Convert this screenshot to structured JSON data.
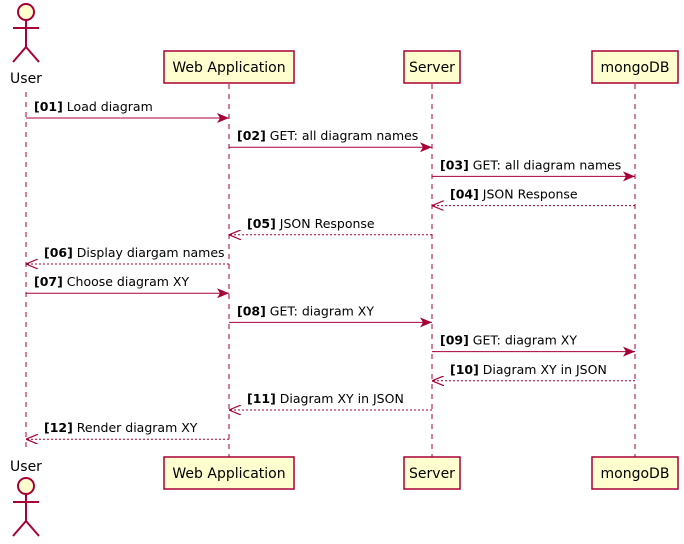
{
  "colors": {
    "line": "#A80036",
    "box_fill": "#FEFECE",
    "text": "#000000",
    "background": "#FFFFFF"
  },
  "actor": {
    "label": "User"
  },
  "participants": [
    {
      "id": "webapp",
      "label": "Web Application"
    },
    {
      "id": "server",
      "label": "Server"
    },
    {
      "id": "mongodb",
      "label": "mongoDB"
    }
  ],
  "messages": [
    {
      "number": "[01]",
      "text": "Load diagram",
      "from": "user",
      "to": "webapp",
      "style": "solid"
    },
    {
      "number": "[02]",
      "text": "GET: all diagram names",
      "from": "webapp",
      "to": "server",
      "style": "solid"
    },
    {
      "number": "[03]",
      "text": "GET: all diagram names",
      "from": "server",
      "to": "mongodb",
      "style": "solid"
    },
    {
      "number": "[04]",
      "text": "JSON Response",
      "from": "mongodb",
      "to": "server",
      "style": "dashed"
    },
    {
      "number": "[05]",
      "text": "JSON Response",
      "from": "server",
      "to": "webapp",
      "style": "dashed"
    },
    {
      "number": "[06]",
      "text": "Display diargam names",
      "from": "webapp",
      "to": "user",
      "style": "dashed"
    },
    {
      "number": "[07]",
      "text": "Choose diagram XY",
      "from": "user",
      "to": "webapp",
      "style": "solid"
    },
    {
      "number": "[08]",
      "text": "GET: diagram XY",
      "from": "webapp",
      "to": "server",
      "style": "solid"
    },
    {
      "number": "[09]",
      "text": "GET: diagram XY",
      "from": "server",
      "to": "mongodb",
      "style": "solid"
    },
    {
      "number": "[10]",
      "text": "Diagram XY in JSON",
      "from": "mongodb",
      "to": "server",
      "style": "dashed"
    },
    {
      "number": "[11]",
      "text": "Diagram XY in JSON",
      "from": "server",
      "to": "webapp",
      "style": "dashed"
    },
    {
      "number": "[12]",
      "text": "Render diagram XY",
      "from": "webapp",
      "to": "user",
      "style": "dashed"
    }
  ]
}
